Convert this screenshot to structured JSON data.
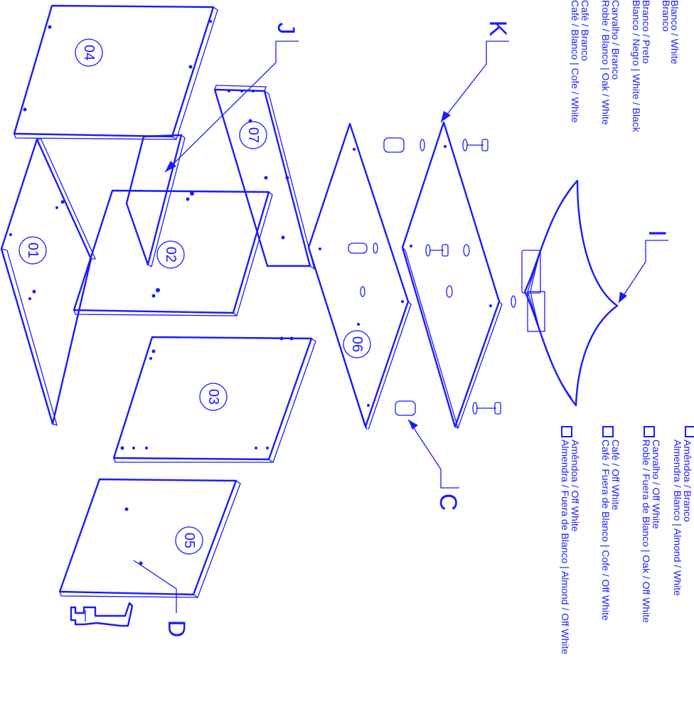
{
  "colors": {
    "line": "#1a1aff",
    "background": "#ffffff"
  },
  "color_options_left": [
    "Branco",
    "Blanco / White",
    "Branco / Preto",
    "Blanco / Negro | White / Black",
    "Carvalho / Branco",
    "Roble / Blanco | Oak / White",
    "Café / Branco",
    "Café / Blanco | Cofe / White"
  ],
  "color_options_right": [
    {
      "line1": "Amêndoa / Branco",
      "line2": "Almendra / Blanco | Almond / White"
    },
    {
      "line1": "Carvalho / Off White",
      "line2": "Roble / Fuera de Blanco | Oak / Off White"
    },
    {
      "line1": "Café / Off White",
      "line2": "Café / Fuera de Blanco | Cofe / Off White"
    },
    {
      "line1": "Amêndoa / Off White",
      "line2": "Almendra / Fuera de Blanco | Almond / Off White"
    }
  ],
  "parts": [
    "01",
    "02",
    "03",
    "04",
    "05",
    "06",
    "07"
  ],
  "callouts": {
    "c": "C",
    "d": "D",
    "i": "I",
    "j": "J",
    "k": "K"
  }
}
